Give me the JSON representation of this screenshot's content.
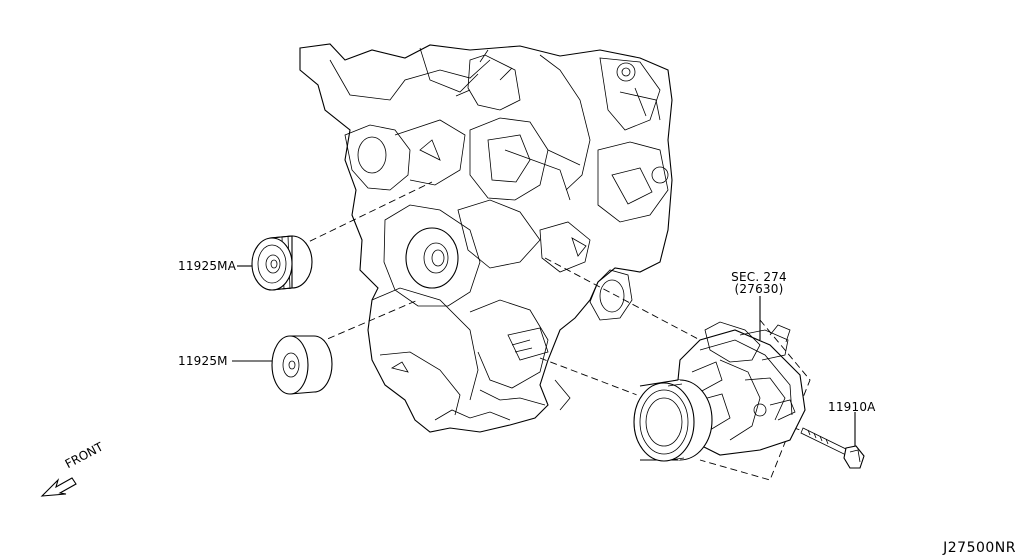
{
  "labels": {
    "pulley_ma": "11925MA",
    "pulley_m": "11925M",
    "bolt": "11910A",
    "sec_ref": "SEC. 274",
    "sec_ref_sub": "(27630)",
    "front": "FRONT",
    "diagram_code": "J27500NR"
  },
  "icons": {
    "front_arrow": "front-arrow-icon"
  }
}
